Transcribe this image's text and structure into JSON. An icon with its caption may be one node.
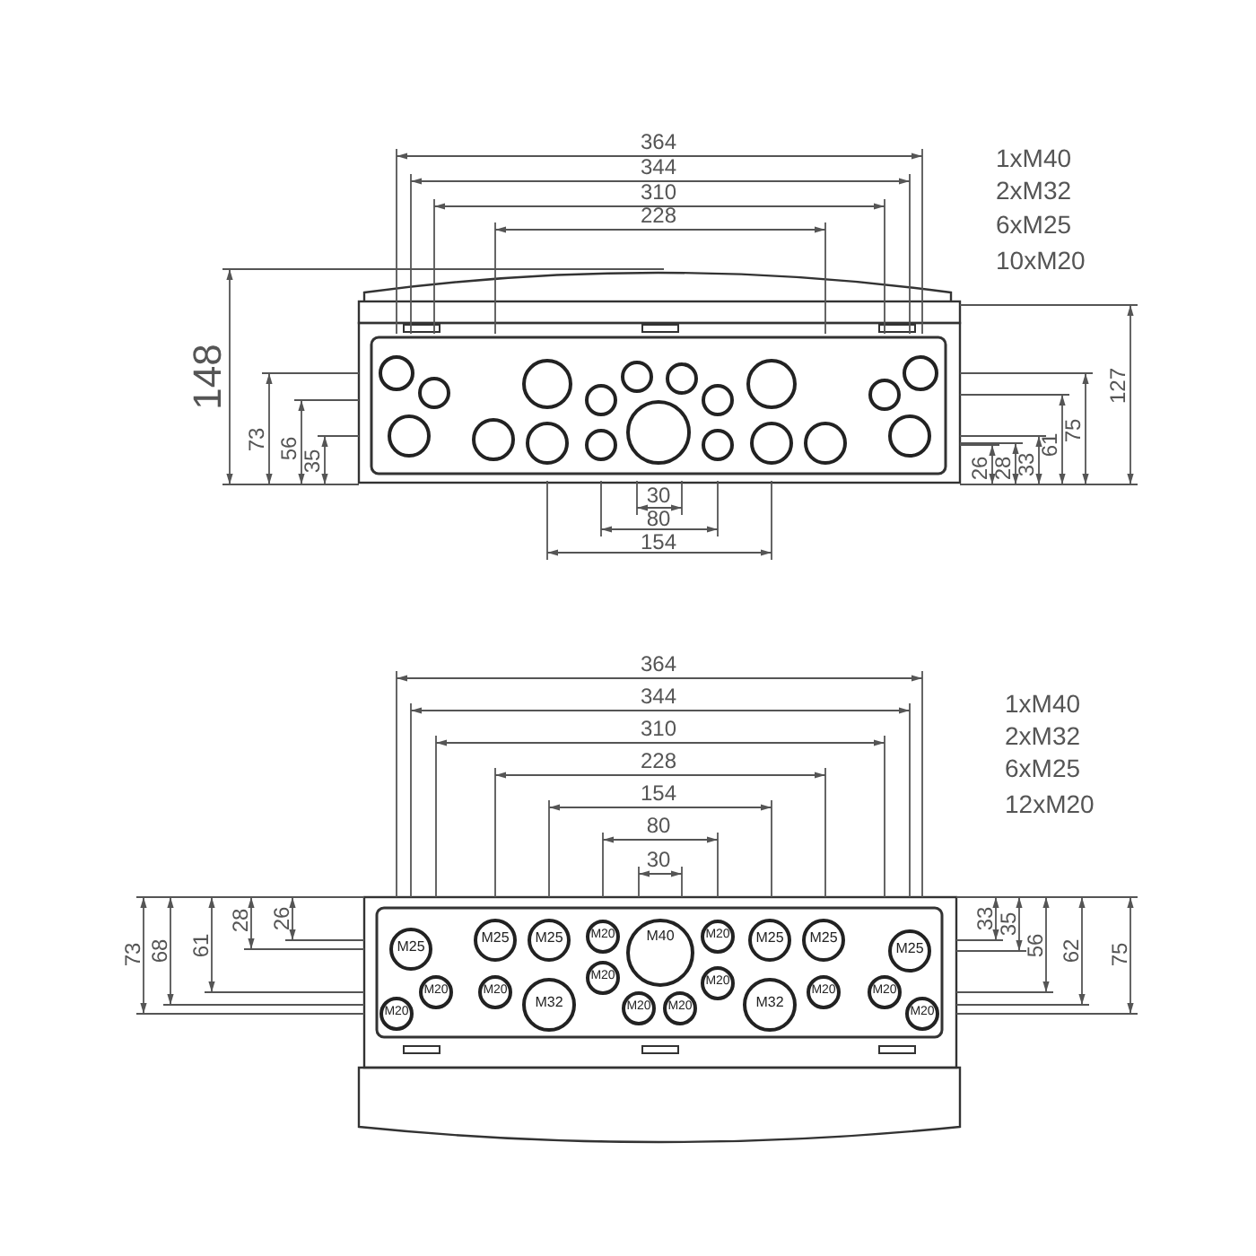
{
  "diagram": {
    "labels": [
      "364",
      "344",
      "310",
      "228",
      "1xM40",
      "2xM32",
      "6xM25",
      "10xM20",
      "148",
      "73",
      "56",
      "35",
      "127",
      "75",
      "61",
      "26",
      "28",
      "33",
      "30",
      "80",
      "154",
      "364",
      "344",
      "310",
      "228",
      "154",
      "80",
      "30",
      "1xM40",
      "2xM32",
      "6xM25",
      "12xM20",
      "73",
      "68",
      "61",
      "28",
      "26",
      "33",
      "35",
      "56",
      "62",
      "75",
      "M25",
      "M25",
      "M25",
      "M20",
      "M40",
      "M20",
      "M25",
      "M25",
      "M25",
      "M20",
      "M20",
      "M20",
      "M32",
      "M20",
      "M20",
      "M20",
      "M20",
      "M32",
      "M20",
      "M20",
      "M20"
    ]
  }
}
